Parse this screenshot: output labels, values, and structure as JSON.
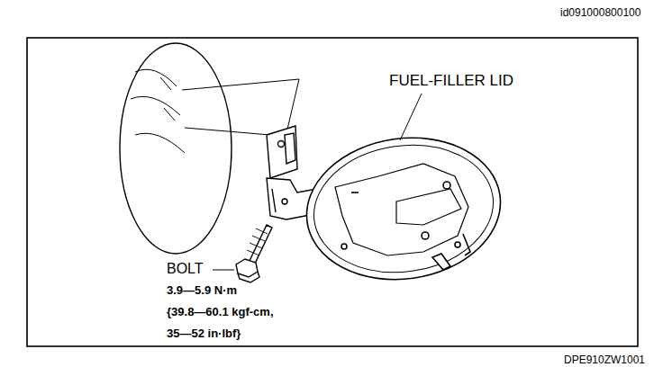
{
  "diagram": {
    "labels": [
      "id091000800100",
      "FUEL-FILLER LID",
      "BOLT",
      "3.9—5.9 N·m",
      "{39.8—60.1 kgf-cm,",
      "35—52 in·lbf}",
      "DPE910ZW1001"
    ]
  }
}
